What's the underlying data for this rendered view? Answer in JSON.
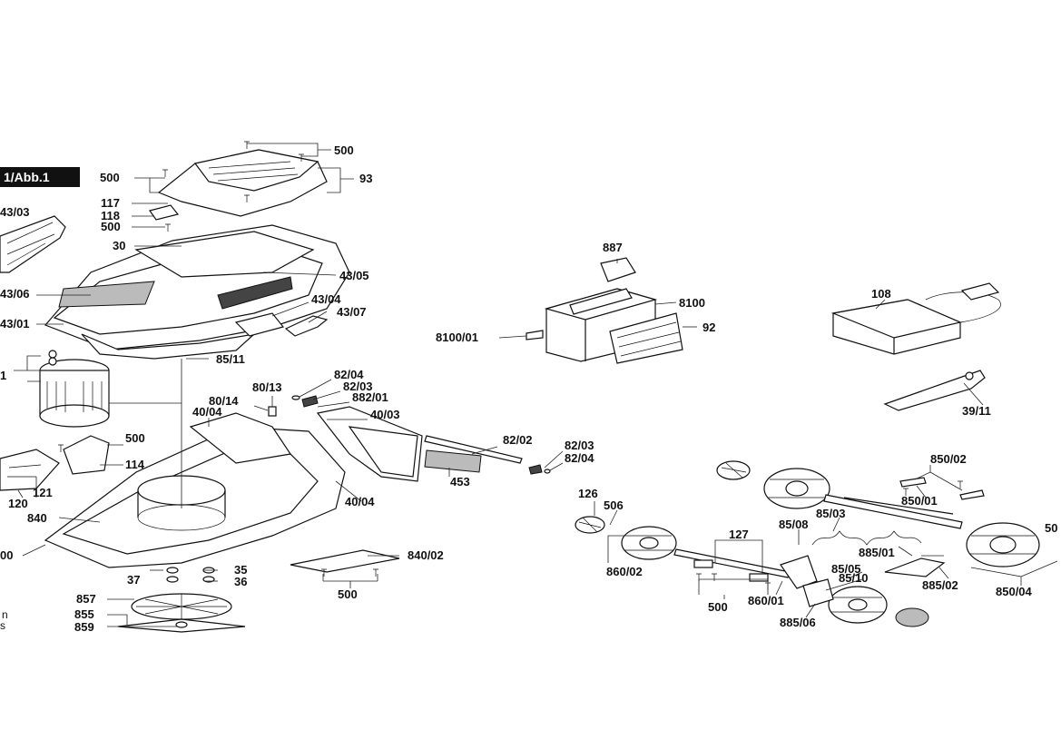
{
  "title_tag": "1/Abb.1",
  "side_text": [
    "n",
    "s"
  ],
  "part_labels": [
    "500",
    "93",
    "500",
    "117",
    "118",
    "500",
    "30",
    "43/05",
    "43/06",
    "43/01",
    "43/04",
    "43/07",
    "85/11",
    "887",
    "8100",
    "8100/01",
    "92",
    "108",
    "39/11",
    "80/13",
    "82/04",
    "82/03",
    "882/01",
    "80/14",
    "40/04",
    "40/03",
    "500",
    "114",
    "121",
    "120",
    "840",
    "40/04",
    "82/02",
    "82/03",
    "82/04",
    "453",
    "35",
    "37",
    "36",
    "857",
    "855",
    "859",
    "840/02",
    "500",
    "00",
    "43/03",
    "850/02",
    "850/01",
    "126",
    "506",
    "127",
    "85/08",
    "85/03",
    "885/01",
    "85/05",
    "85/10",
    "885/02",
    "860/02",
    "500",
    "860/01",
    "885/06",
    "850/04",
    "50",
    "1"
  ]
}
